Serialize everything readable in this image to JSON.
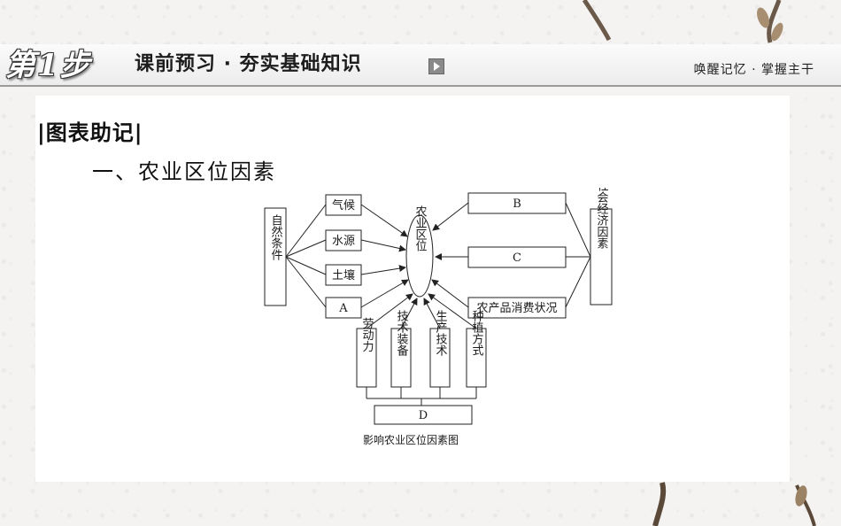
{
  "header": {
    "step_badge": "第1步",
    "title": "课前预习 · 夯实基础知识",
    "subtitle": "唤醒记忆 · 掌握主干"
  },
  "content": {
    "section_label": "|图表助记|",
    "sub_heading": "一、农业区位因素",
    "caption": "影响农业区位因素图"
  },
  "diagram": {
    "center": "农业区位",
    "natural_group": "自然条件",
    "natural_factors": [
      "气候",
      "水源",
      "土壤",
      "A"
    ],
    "social_group": "社会经济因素",
    "social_factors": [
      "B",
      "C",
      "农产品消费状况"
    ],
    "bottom_factors": [
      "劳动力",
      "技术装备",
      "生产技术",
      "种植方式"
    ],
    "bottom_group": "D"
  },
  "colors": {
    "accent": "#9a9a9a",
    "text": "#111111"
  }
}
